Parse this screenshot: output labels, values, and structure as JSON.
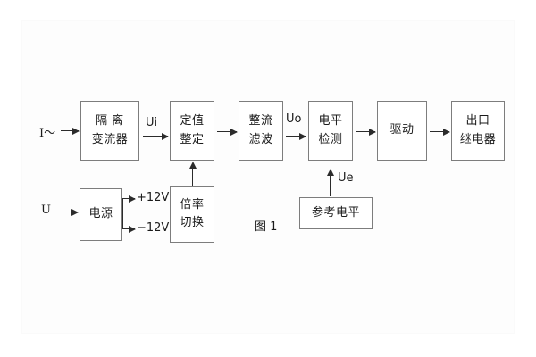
{
  "figure": {
    "caption": "图 1",
    "inputs": {
      "current": "I～",
      "voltage": "U"
    },
    "signal_labels": {
      "ui": "Ui",
      "uo": "Uo",
      "ue": "Ue"
    },
    "supply_rails": {
      "positive": "+12V",
      "negative": "−12V"
    },
    "blocks": [
      {
        "id": "isolation",
        "line1": "隔 离",
        "line2": "变流器"
      },
      {
        "id": "setting",
        "line1": "定值",
        "line2": "整定"
      },
      {
        "id": "rectifier",
        "line1": "整流",
        "line2": "滤波"
      },
      {
        "id": "level",
        "line1": "电平",
        "line2": "检测"
      },
      {
        "id": "drive",
        "line1": "驱动",
        "line2": ""
      },
      {
        "id": "output",
        "line1": "出口",
        "line2": "继电器"
      },
      {
        "id": "power",
        "line1": "电源",
        "line2": ""
      },
      {
        "id": "multiplier",
        "line1": "倍率",
        "line2": "切换"
      },
      {
        "id": "reference",
        "line1": "参考电平",
        "line2": ""
      }
    ],
    "colors": {
      "box_border": "#7d7d7d",
      "line": "#2b2b2b",
      "text": "#1b1b1b",
      "background": "#ffffff"
    }
  }
}
